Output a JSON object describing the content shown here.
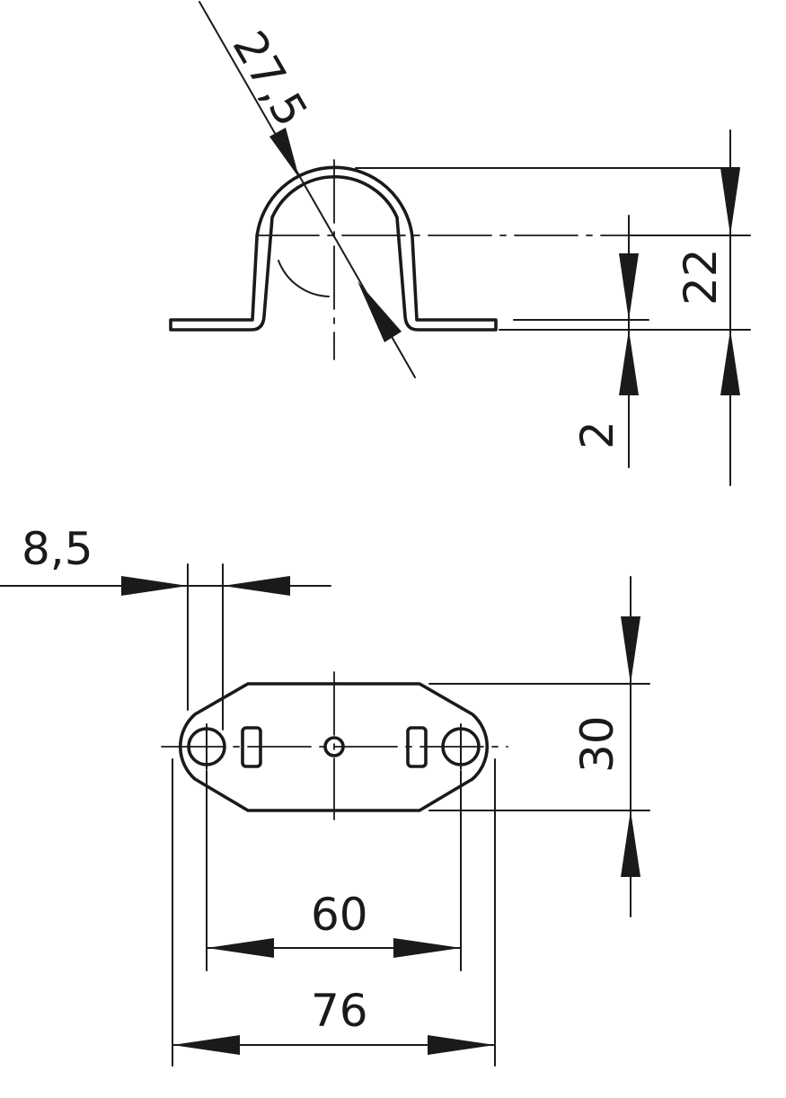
{
  "dimensions": {
    "diameter": "27,5",
    "height": "22",
    "thickness": "2",
    "hole_offset": "8,5",
    "width": "30",
    "hole_spacing": "60",
    "overall_length": "76"
  },
  "colors": {
    "line": "#1a1a1a",
    "background": "#ffffff"
  }
}
